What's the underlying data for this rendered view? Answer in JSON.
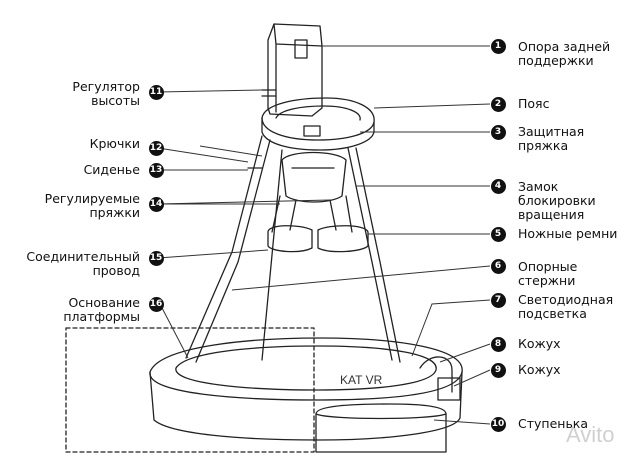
{
  "callouts_right": [
    {
      "n": "1",
      "text": "Опора задней\nподдержки"
    },
    {
      "n": "2",
      "text": "Пояс"
    },
    {
      "n": "3",
      "text": "Защитная\nпряжка"
    },
    {
      "n": "4",
      "text": "Замок\nблокировки\nвращения"
    },
    {
      "n": "5",
      "text": "Ножные ремни"
    },
    {
      "n": "6",
      "text": "Опорные\nстержни"
    },
    {
      "n": "7",
      "text": "Светодиодная\nподсветка"
    },
    {
      "n": "8",
      "text": "Кожух"
    },
    {
      "n": "9",
      "text": "Кожух"
    },
    {
      "n": "10",
      "text": "Ступенька"
    }
  ],
  "callouts_left": [
    {
      "n": "11",
      "text": "Регулятор\nвысоты"
    },
    {
      "n": "12",
      "text": "Крючки"
    },
    {
      "n": "13",
      "text": "Сиденье"
    },
    {
      "n": "14",
      "text": "Регулируемые\nпряжки"
    },
    {
      "n": "15",
      "text": "Соединительный\nпровод"
    },
    {
      "n": "16",
      "text": "Основание\nплатформы"
    }
  ],
  "brand_text": "KAT VR",
  "watermark": "Avito"
}
